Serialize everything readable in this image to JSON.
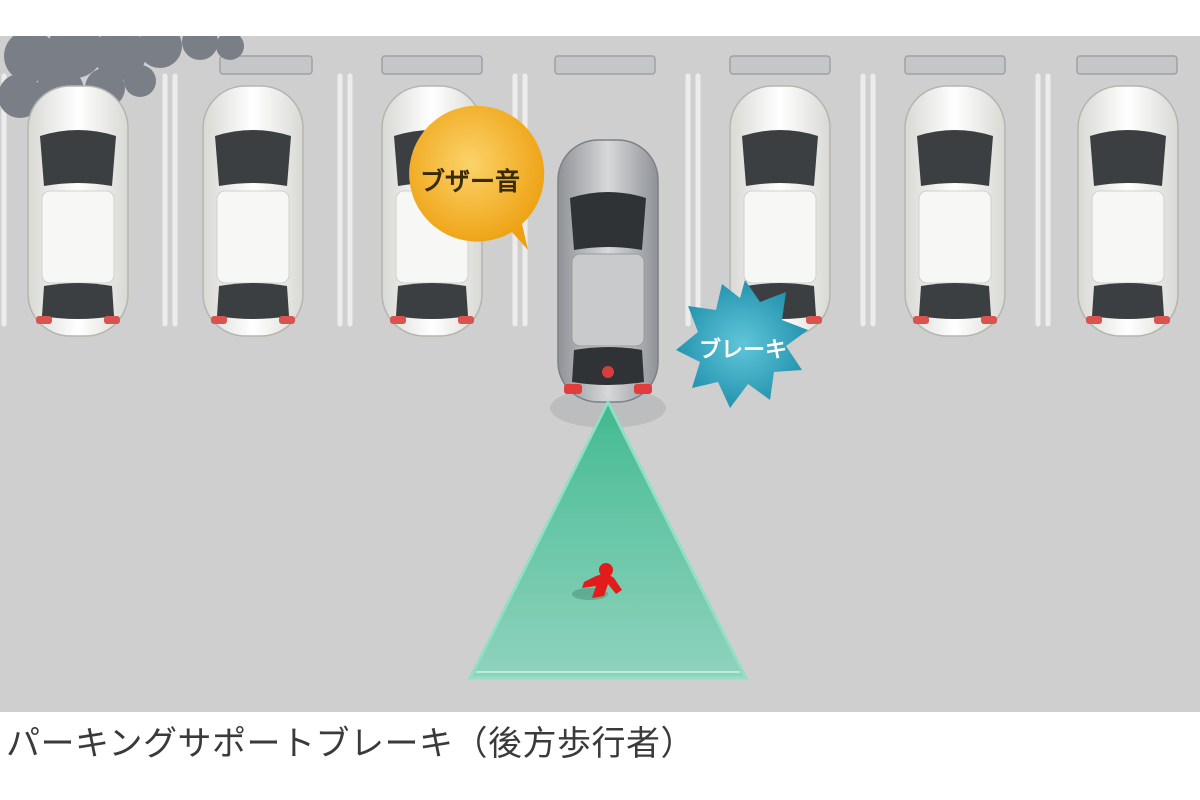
{
  "caption": "パーキングサポートブレーキ（後方歩行者）",
  "buzzer_label": "ブザー音",
  "brake_label": "ブレーキ",
  "colors": {
    "asphalt": "#cfcfcf",
    "line": "#ececec",
    "white_car": "#f4f4f2",
    "silver_car": "#b9bcbf",
    "buzzer_bubble": "#f3b21c",
    "brake_burst": "#2aa3bb",
    "sensor_zone": "#5ec7a4",
    "pedestrian": "#e31b1b"
  },
  "icons": [
    "tree-icon",
    "pedestrian-icon"
  ]
}
